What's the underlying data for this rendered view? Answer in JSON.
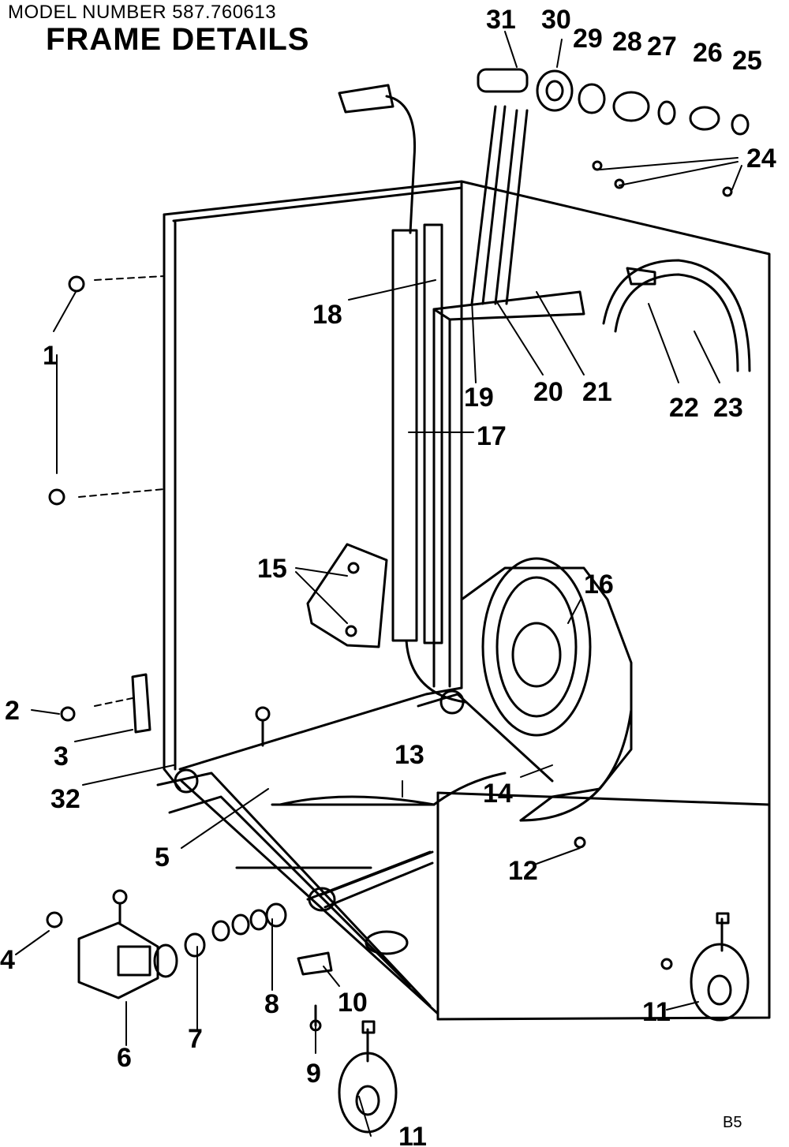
{
  "header": {
    "model_number": "MODEL NUMBER 587.760613",
    "title": "FRAME DETAILS"
  },
  "page_code": "B5",
  "callouts": [
    "1",
    "2",
    "3",
    "4",
    "5",
    "6",
    "7",
    "8",
    "9",
    "10",
    "11",
    "11",
    "12",
    "13",
    "14",
    "15",
    "16",
    "17",
    "18",
    "19",
    "20",
    "21",
    "22",
    "23",
    "24",
    "25",
    "26",
    "27",
    "28",
    "29",
    "30",
    "31",
    "32"
  ]
}
